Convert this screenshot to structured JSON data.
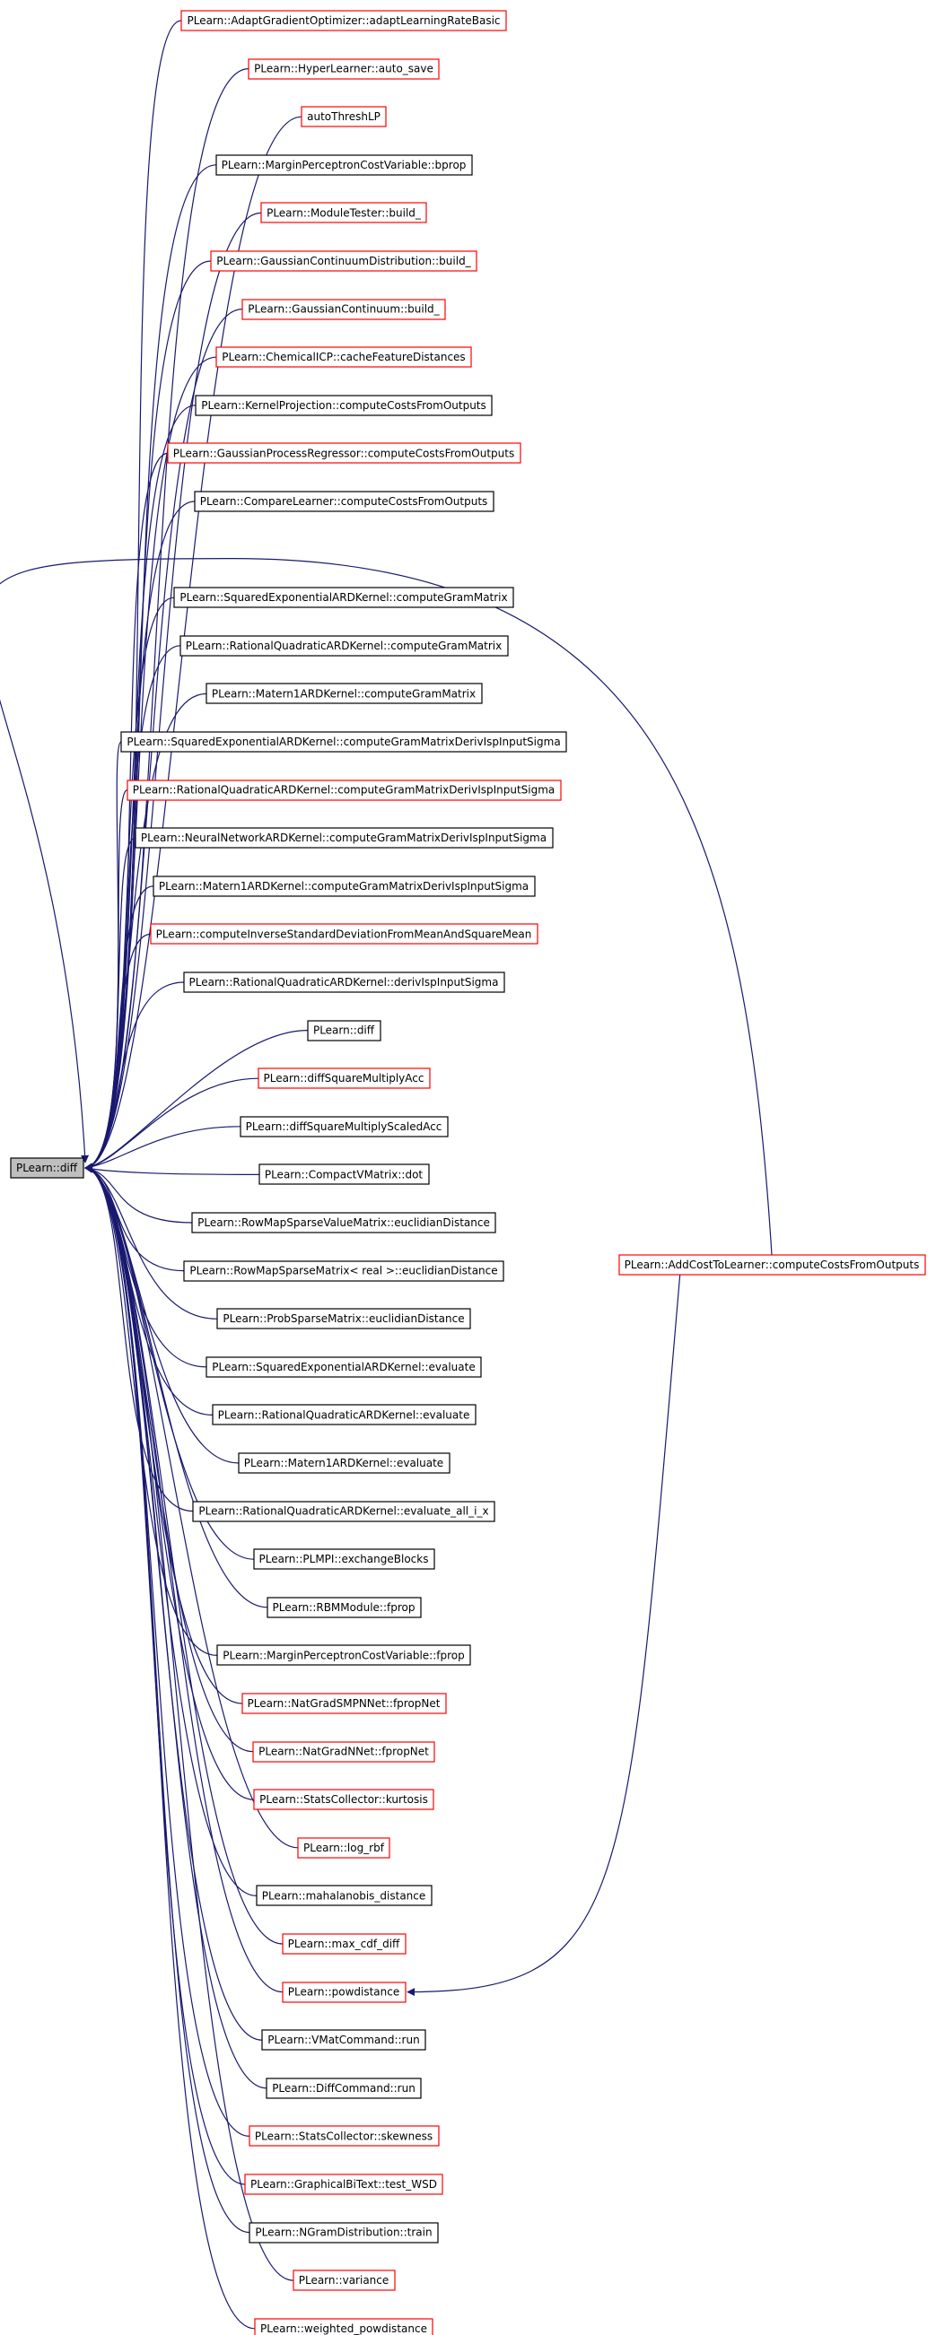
{
  "graph": {
    "root": {
      "label": "PLearn::diff",
      "fill": "#bfbfbf",
      "border": "#000000"
    },
    "edge_color": "#191970",
    "callers": [
      {
        "label": "PLearn::AdaptGradientOptimizer::adaptLearningRateBasic",
        "border": "red"
      },
      {
        "label": "PLearn::HyperLearner::auto_save",
        "border": "red"
      },
      {
        "label": "autoThreshLP",
        "border": "red"
      },
      {
        "label": "PLearn::MarginPerceptronCostVariable::bprop",
        "border": "black"
      },
      {
        "label": "PLearn::ModuleTester::build_",
        "border": "red"
      },
      {
        "label": "PLearn::GaussianContinuumDistribution::build_",
        "border": "red"
      },
      {
        "label": "PLearn::GaussianContinuum::build_",
        "border": "red"
      },
      {
        "label": "PLearn::ChemicalICP::cacheFeatureDistances",
        "border": "red"
      },
      {
        "label": "PLearn::KernelProjection::computeCostsFromOutputs",
        "border": "black"
      },
      {
        "label": "PLearn::GaussianProcessRegressor::computeCostsFromOutputs",
        "border": "red"
      },
      {
        "label": "PLearn::CompareLearner::computeCostsFromOutputs",
        "border": "black"
      },
      {
        "label": "PLearn::SquaredExponentialARDKernel::computeGramMatrix",
        "border": "black"
      },
      {
        "label": "PLearn::RationalQuadraticARDKernel::computeGramMatrix",
        "border": "black"
      },
      {
        "label": "PLearn::Matern1ARDKernel::computeGramMatrix",
        "border": "black"
      },
      {
        "label": "PLearn::SquaredExponentialARDKernel::computeGramMatrixDerivIspInputSigma",
        "border": "black"
      },
      {
        "label": "PLearn::RationalQuadraticARDKernel::computeGramMatrixDerivIspInputSigma",
        "border": "red"
      },
      {
        "label": "PLearn::NeuralNetworkARDKernel::computeGramMatrixDerivIspInputSigma",
        "border": "black"
      },
      {
        "label": "PLearn::Matern1ARDKernel::computeGramMatrixDerivIspInputSigma",
        "border": "black"
      },
      {
        "label": "PLearn::computeInverseStandardDeviationFromMeanAndSquareMean",
        "border": "red"
      },
      {
        "label": "PLearn::RationalQuadraticARDKernel::derivIspInputSigma",
        "border": "black"
      },
      {
        "label": "PLearn::diff",
        "border": "black"
      },
      {
        "label": "PLearn::diffSquareMultiplyAcc",
        "border": "red"
      },
      {
        "label": "PLearn::diffSquareMultiplyScaledAcc",
        "border": "black"
      },
      {
        "label": "PLearn::CompactVMatrix::dot",
        "border": "black"
      },
      {
        "label": "PLearn::RowMapSparseValueMatrix::euclidianDistance",
        "border": "black"
      },
      {
        "label": "PLearn::RowMapSparseMatrix< real >::euclidianDistance",
        "border": "black"
      },
      {
        "label": "PLearn::ProbSparseMatrix::euclidianDistance",
        "border": "black"
      },
      {
        "label": "PLearn::SquaredExponentialARDKernel::evaluate",
        "border": "black"
      },
      {
        "label": "PLearn::RationalQuadraticARDKernel::evaluate",
        "border": "black"
      },
      {
        "label": "PLearn::Matern1ARDKernel::evaluate",
        "border": "black"
      },
      {
        "label": "PLearn::RationalQuadraticARDKernel::evaluate_all_i_x",
        "border": "black"
      },
      {
        "label": "PLearn::PLMPI::exchangeBlocks",
        "border": "black"
      },
      {
        "label": "PLearn::RBMModule::fprop",
        "border": "black"
      },
      {
        "label": "PLearn::MarginPerceptronCostVariable::fprop",
        "border": "black"
      },
      {
        "label": "PLearn::NatGradSMPNNet::fpropNet",
        "border": "red"
      },
      {
        "label": "PLearn::NatGradNNet::fpropNet",
        "border": "red"
      },
      {
        "label": "PLearn::StatsCollector::kurtosis",
        "border": "red"
      },
      {
        "label": "PLearn::log_rbf",
        "border": "red"
      },
      {
        "label": "PLearn::mahalanobis_distance",
        "border": "black"
      },
      {
        "label": "PLearn::max_cdf_diff",
        "border": "red"
      },
      {
        "label": "PLearn::powdistance",
        "border": "red"
      },
      {
        "label": "PLearn::VMatCommand::run",
        "border": "black"
      },
      {
        "label": "PLearn::DiffCommand::run",
        "border": "black"
      },
      {
        "label": "PLearn::StatsCollector::skewness",
        "border": "red"
      },
      {
        "label": "PLearn::GraphicalBiText::test_WSD",
        "border": "red"
      },
      {
        "label": "PLearn::NGramDistribution::train",
        "border": "black"
      },
      {
        "label": "PLearn::variance",
        "border": "red"
      },
      {
        "label": "PLearn::weighted_powdistance",
        "border": "red"
      }
    ],
    "second_level": {
      "label": "PLearn::AddCostToLearner::computeCostsFromOutputs",
      "border": "red",
      "calls": "PLearn::powdistance"
    }
  }
}
